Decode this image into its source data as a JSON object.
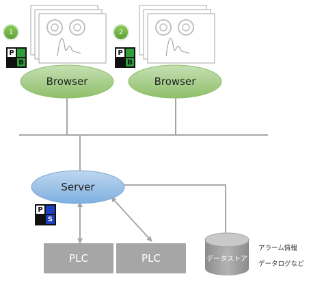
{
  "clients": [
    {
      "number": "1",
      "label": "Browser"
    },
    {
      "number": "2",
      "label": "Browser"
    }
  ],
  "server": {
    "label": "Server"
  },
  "plcs": [
    {
      "label": "PLC"
    },
    {
      "label": "PLC"
    }
  ],
  "datastore": {
    "label": "データストア",
    "notes": [
      "アラーム情報",
      "データログなど"
    ]
  },
  "logos": {
    "client_letters": [
      "P",
      "B"
    ],
    "server_letters": [
      "P",
      "S"
    ]
  },
  "colors": {
    "browser_fill": "#a9d08e",
    "server_fill": "#9dc3e6",
    "plc_fill": "#a6a6a6",
    "badge_fill": "#70ad47",
    "line": "#a6a6a6"
  }
}
